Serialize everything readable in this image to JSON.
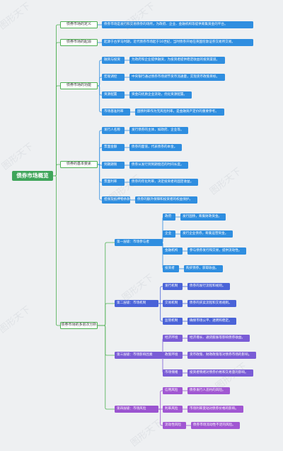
{
  "root": "债券市场概览",
  "watermark": "图形天下",
  "branches": [
    {
      "label": "债券市场的定义",
      "children": [
        {
          "text": "债券市场是发行和交易债券的场所，为政府、企业、金融机构等提供筹集资金的平台。",
          "color": "blue"
        }
      ]
    },
    {
      "label": "债券市场的起源",
      "children": [
        {
          "text": "起源于古罗马时期，近代债券市场起于16世纪，当时债券开始在英国伦敦证券交易所交易。",
          "color": "blue"
        }
      ]
    },
    {
      "label": "债券市场的功能",
      "children": [
        {
          "label": "融资与投资",
          "text": "为政府和企业提供融资，为投资者提供稳定收益的投资渠道。",
          "color": "blue"
        },
        {
          "label": "宏观调控",
          "text": "中央银行通过债券市场调节货币流通量，实现货币政策目标。",
          "color": "blue"
        },
        {
          "label": "资源配置",
          "text": "资金向优质企业流动，优化资源配置。",
          "color": "blue"
        },
        {
          "label": "市场基准利率",
          "text": "国债利率作为无风险利率，是金融资产定价的重要参考。",
          "color": "blue"
        }
      ]
    },
    {
      "label": "债券的基本要素",
      "children": [
        {
          "label": "发行人名称",
          "text": "发行债券的主体，如政府、企业等。",
          "color": "blue"
        },
        {
          "label": "票面金额",
          "text": "债券的面值，代表债券的本金。",
          "color": "blue"
        },
        {
          "label": "到期期限",
          "text": "债券从发行到到期偿还的时间长度。",
          "color": "blue"
        },
        {
          "label": "票面利率",
          "text": "债券的年化利率，决定投资者的固定收益。",
          "color": "blue"
        },
        {
          "label": "担保及抵押物条款",
          "text": "债券的额外保障和投资者的权益保护。",
          "color": "blue"
        }
      ]
    },
    {
      "label": "债券市场的多层次分析",
      "children": [
        {
          "label": "第一层级：市场参与者",
          "color": "blue",
          "children": [
            {
              "label": "政府",
              "text": "发行国债，筹集财政资金。",
              "color": "blue"
            },
            {
              "label": "企业",
              "text": "发行企业债券，筹集运营资金。",
              "color": "blue"
            },
            {
              "label": "金融机构",
              "text": "参与债券发行和交易，提供流动性。",
              "color": "blue"
            },
            {
              "label": "投资者",
              "text": "购买债券，获取收益。",
              "color": "blue"
            }
          ]
        },
        {
          "label": "第二层级：市场机制",
          "color": "indigo",
          "children": [
            {
              "label": "发行机制",
              "text": "债券的发行流程和规则。",
              "color": "indigo"
            },
            {
              "label": "交易机制",
              "text": "债券的买卖流程和交易规则。",
              "color": "indigo"
            },
            {
              "label": "监管机制",
              "text": "确保市场公平、透明和稳定。",
              "color": "indigo"
            }
          ]
        },
        {
          "label": "第三层级：市场影响因素",
          "color": "violet",
          "children": [
            {
              "label": "经济环境",
              "text": "经济增长、通货膨胀等影响债券收益。",
              "color": "violet"
            },
            {
              "label": "政策环境",
              "text": "货币政策、财政政策等对债券市场的影响。",
              "color": "violet"
            },
            {
              "label": "市场情绪",
              "text": "投资者情绪对债券价格和交易量的影响。",
              "color": "violet"
            }
          ]
        },
        {
          "label": "第四层级：市场风险",
          "color": "purple",
          "children": [
            {
              "label": "信用风险",
              "text": "债券发行人违约的风险。",
              "color": "purple"
            },
            {
              "label": "利率风险",
              "text": "市场利率变动对债券价格的影响。",
              "color": "purple"
            },
            {
              "label": "流动性风险",
              "text": "债券市场流动性不足的风险。",
              "color": "purple"
            }
          ]
        }
      ]
    }
  ]
}
